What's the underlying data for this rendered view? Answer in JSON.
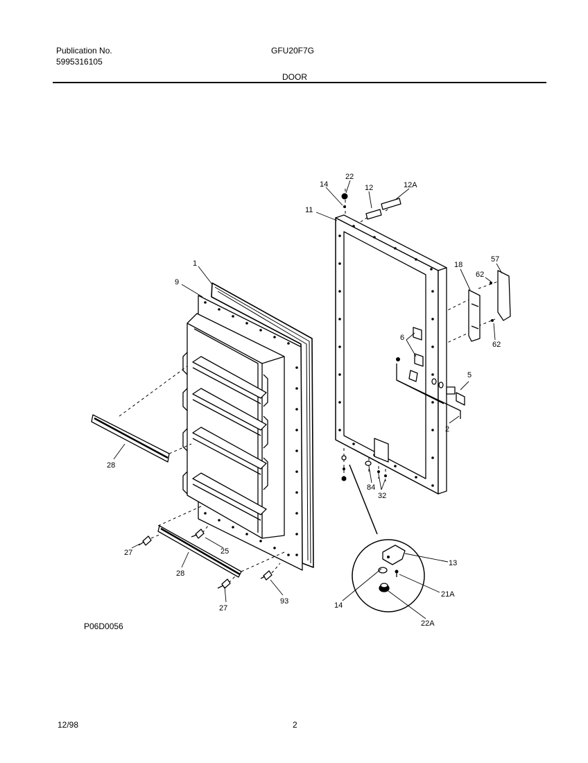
{
  "header": {
    "publication_label": "Publication No.",
    "publication_number": "5995316105",
    "model": "GFU20F7G",
    "section": "DOOR"
  },
  "callouts": {
    "c1": "1",
    "c9": "9",
    "c28a": "28",
    "c28b": "28",
    "c27a": "27",
    "c27b": "27",
    "c25": "25",
    "c93": "93",
    "c14a": "14",
    "c22": "22",
    "c12": "12",
    "c12a": "12A",
    "c11": "11",
    "c18": "18",
    "c57": "57",
    "c62a": "62",
    "c62b": "62",
    "c6": "6",
    "c5": "5",
    "c2": "2",
    "c84": "84",
    "c32": "32",
    "c13": "13",
    "c14b": "14",
    "c21a": "21A",
    "c22a": "22A"
  },
  "footer": {
    "figure_code": "P06D0056",
    "date": "12/98",
    "page": "2"
  }
}
